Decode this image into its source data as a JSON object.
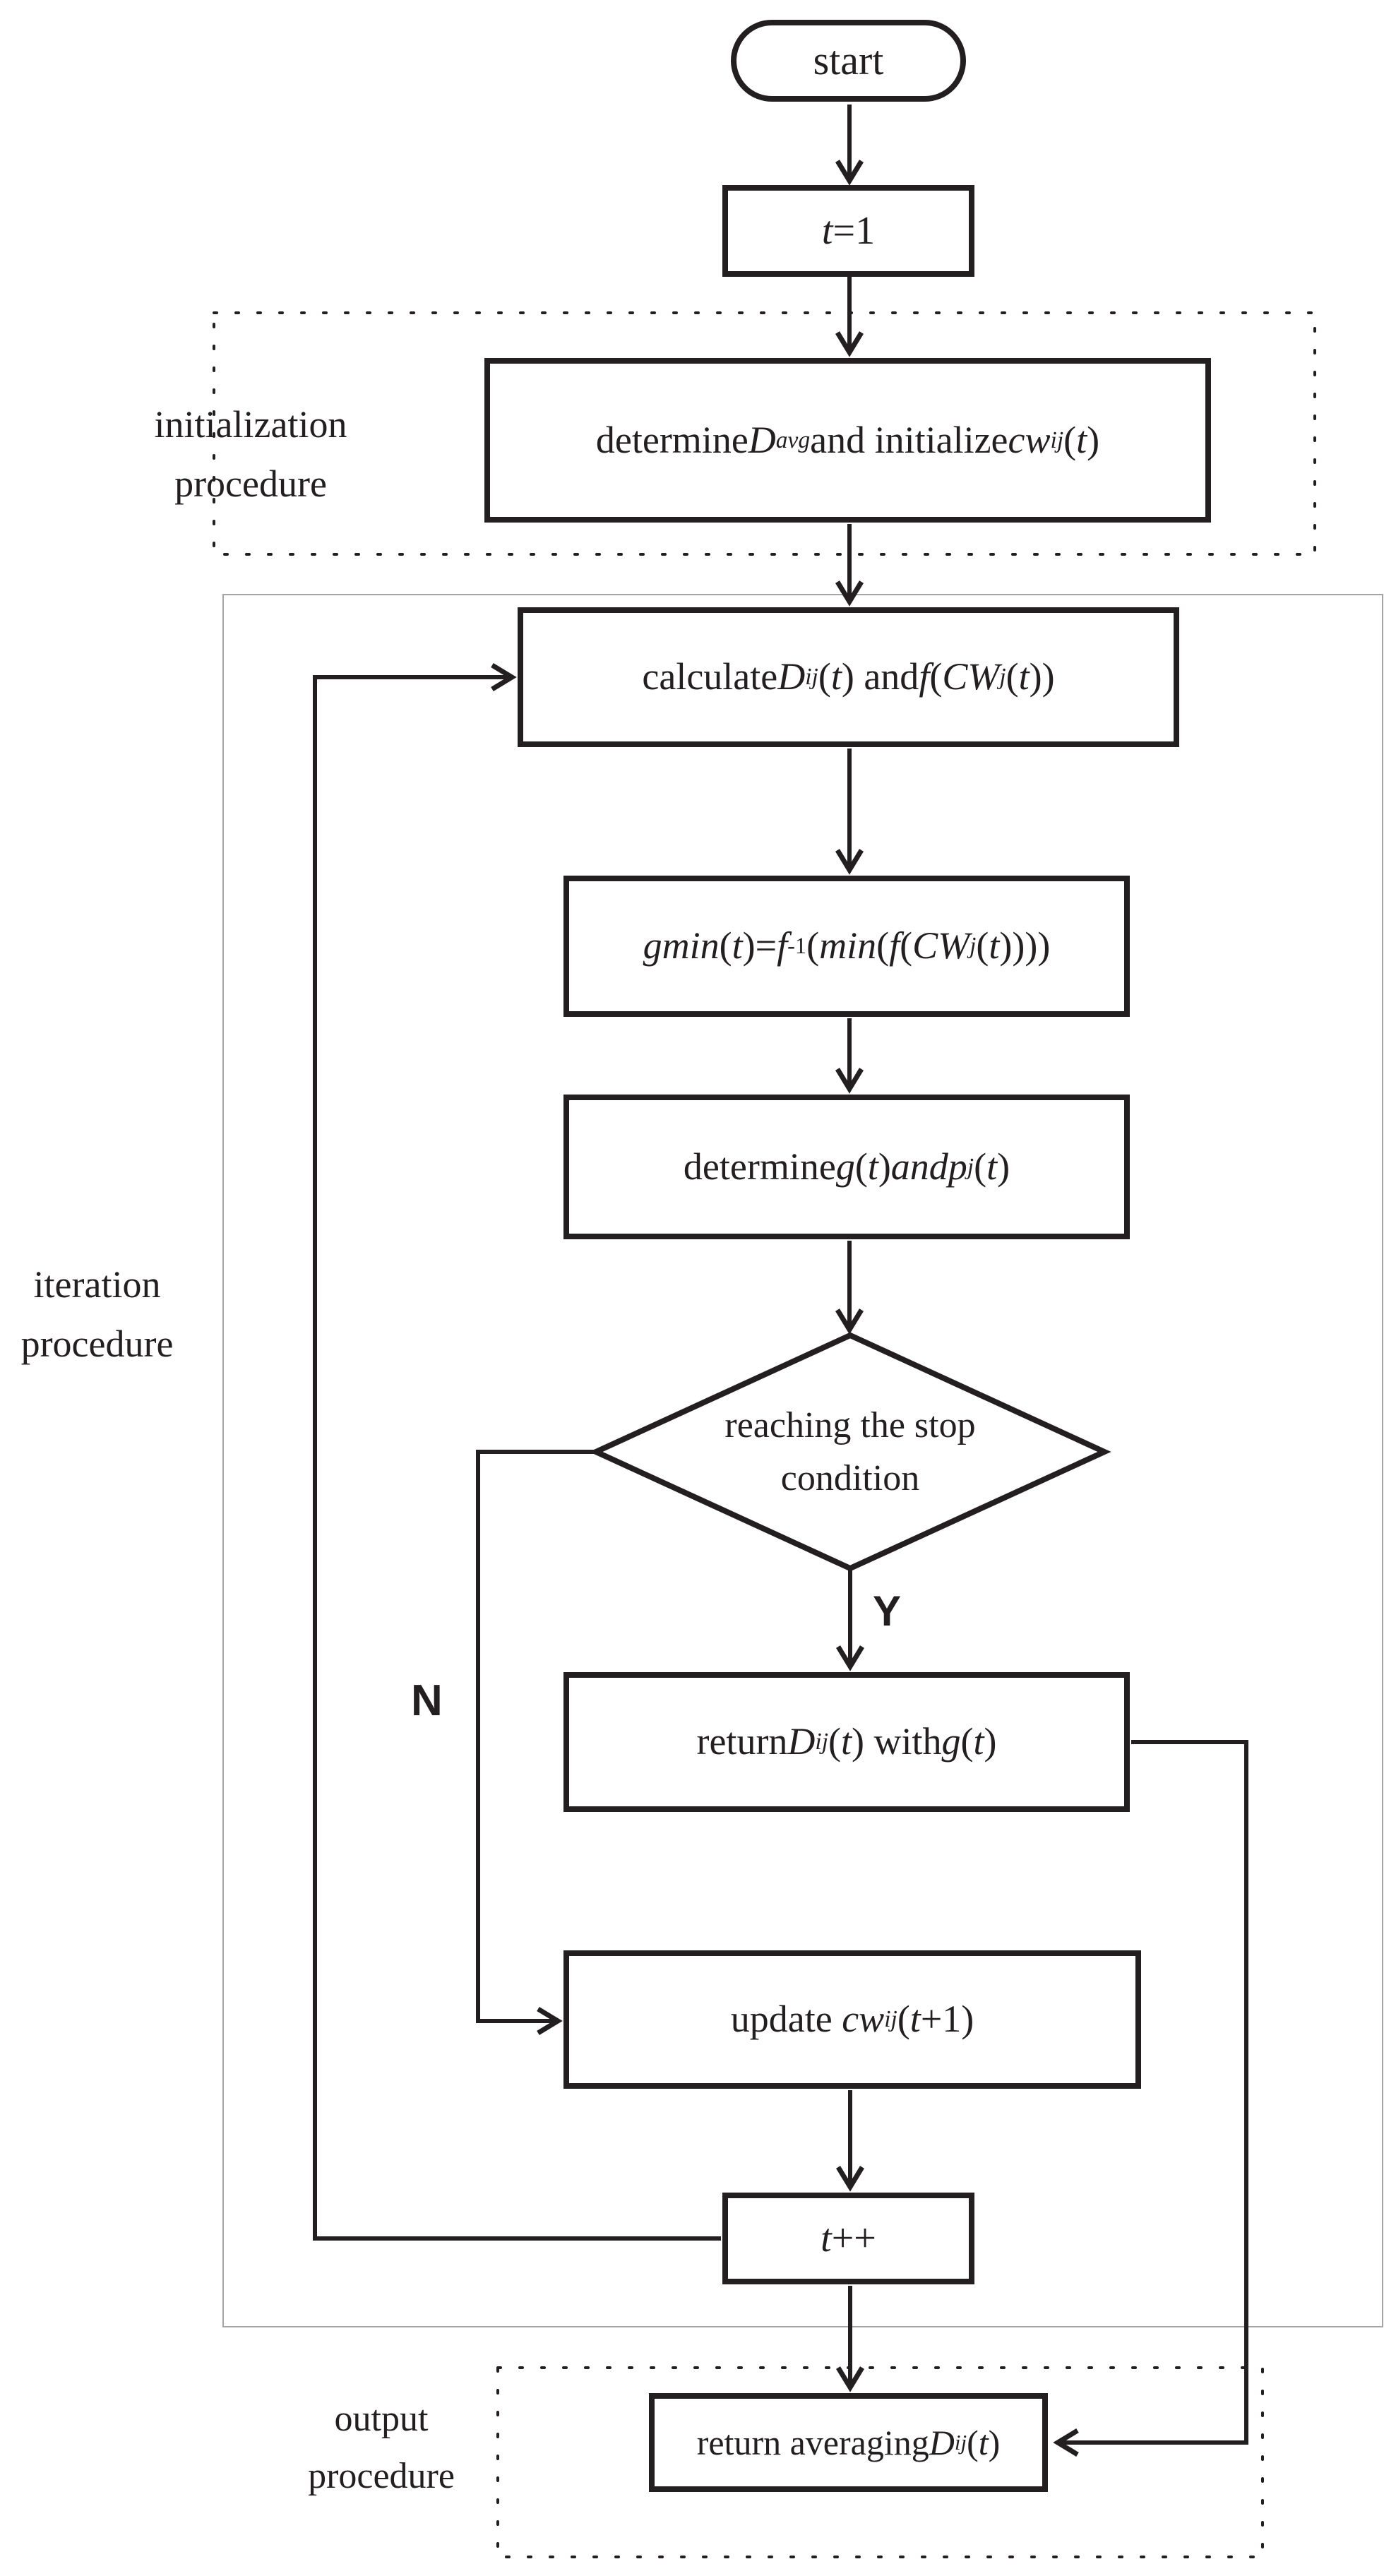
{
  "diagram": {
    "nodes": {
      "start": {
        "html": "start"
      },
      "t_init": {
        "html": "<i>t</i>=1"
      },
      "init_cw": {
        "html": "determine <i>D</i><sub><i>avg</i></sub> and initialize <i>cw</i><sub><i>ij</i></sub>(<i>t</i>)"
      },
      "calculate": {
        "html": "calculate <i>D</i><sub><i>ij</i></sub>(<i>t</i>) and <i>f</i>(<i>CW</i><sub><i>j</i></sub>(<i>t</i>))"
      },
      "gmin": {
        "html": "<i>gmin</i>(<i>t</i>)=<i>f</i><sup>-1</sup>(<i>min</i>(<i>f</i>(<i>CW</i><sub><i>j</i></sub>(<i>t</i>))))"
      },
      "determine_g": {
        "html": "determine <i>g</i>(<i>t</i>) <i>and</i> <i>p</i><sub><i>j</i></sub>(<i>t</i>)"
      },
      "decision": {
        "html": "reaching the stop<br>condition"
      },
      "return_d": {
        "html": "return <i>D</i><sub><i>ij</i></sub>(<i>t</i>) with <i>g</i>(<i>t</i>)"
      },
      "update_cw": {
        "html": "update&nbsp; <i>cw</i><sub><i>ij</i></sub>(<i>t</i>+1)"
      },
      "t_increment": {
        "html": "<i>t</i>++"
      },
      "output_avg": {
        "html": "return averaging <i>D</i><sub><i>ij</i></sub>(<i>t</i>)"
      }
    },
    "groups": {
      "initialization": {
        "html": "initialization<br>procedure"
      },
      "iteration": {
        "html": "iteration<br>procedure"
      },
      "output": {
        "html": "output<br>procedure"
      }
    },
    "branches": {
      "yes": "Y",
      "no": "N"
    },
    "colors": {
      "ink": "#231f20",
      "iteration_border": "#a5a5a5",
      "background": "#ffffff"
    }
  }
}
